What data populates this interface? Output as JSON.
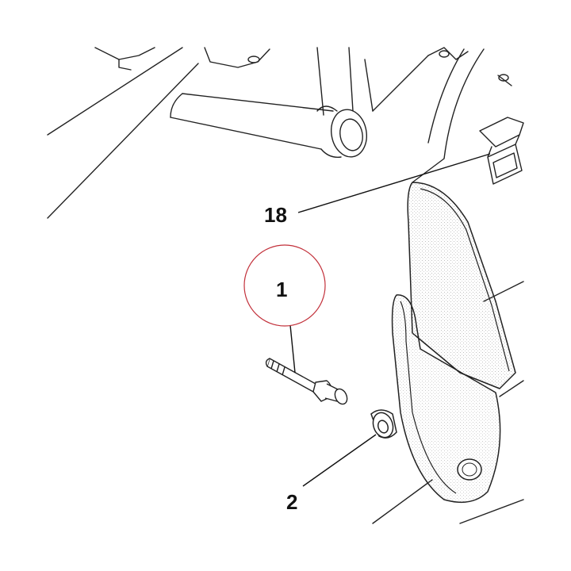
{
  "diagram": {
    "callouts": [
      {
        "id": "1",
        "text": "1"
      },
      {
        "id": "2",
        "text": "2"
      },
      {
        "id": "18",
        "text": "18"
      }
    ],
    "highlight": {
      "target": "1",
      "color": "#c2303a"
    },
    "colors": {
      "linework": "#222222",
      "stipple": "#9a9a9a",
      "background": "#ffffff"
    }
  }
}
